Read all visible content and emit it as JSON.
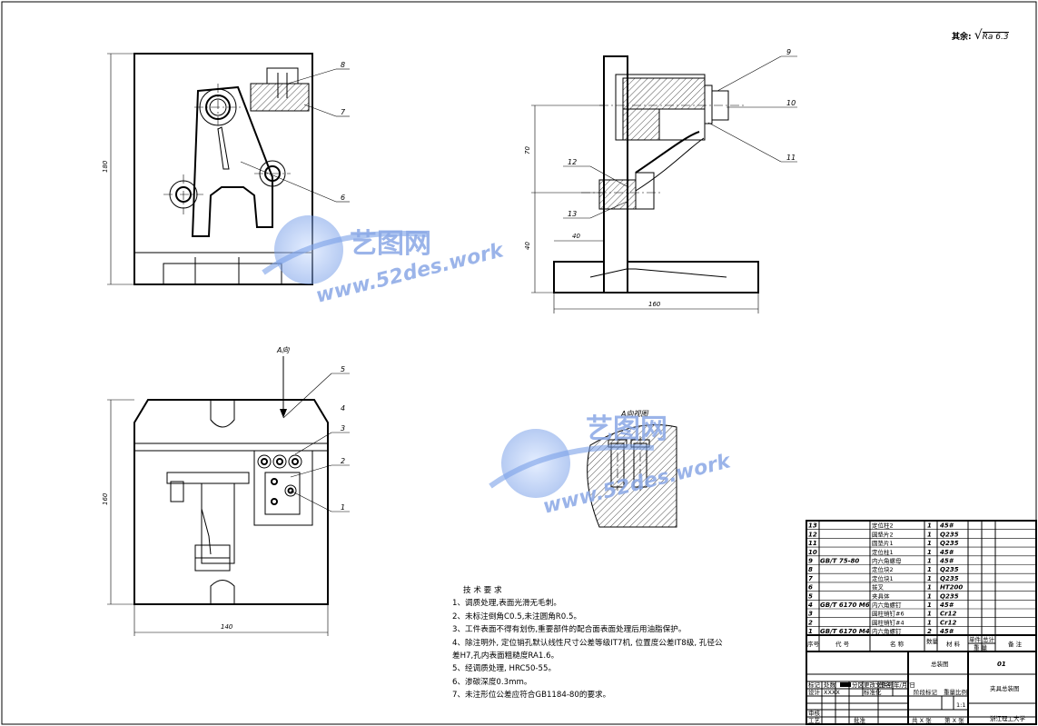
{
  "roughness": {
    "prefix": "其余:",
    "symbol": "√",
    "value": "Ra 6.3"
  },
  "views": {
    "view_a_label": "A向",
    "detail_label": "A向视图",
    "front_dims": {
      "height": "180"
    },
    "side_dims": {
      "h1": "70",
      "h2": "40",
      "w1": "40",
      "w2": "160"
    },
    "bottom_dims": {
      "height": "160",
      "width": "140"
    }
  },
  "balloons": [
    "1",
    "2",
    "3",
    "4",
    "5",
    "6",
    "7",
    "8",
    "9",
    "10",
    "11",
    "12",
    "13"
  ],
  "watermark": {
    "brand": "艺图网",
    "url": "www.52des.work"
  },
  "tech_requirements": {
    "title": "技 术 要 求",
    "items": [
      "1、调质处理,表面光滑无毛刺。",
      "2、未标注倒角C0.5,未注圆角R0.5。",
      "3、工件表面不得有划伤,重要部件的配合面表面处理后用油脂保护。",
      "4、除注明外, 定位销孔默认线性尺寸公差等级IT7机, 位置度公差IT8级, 孔径公",
      "差H7,孔内表面粗糙度RA1.6。",
      "5、经调质处理, HRC50-55。",
      "6、渗碳深度0.3mm。",
      "7、未注形位公差应符合GB1184-80的要求。"
    ]
  },
  "bom": {
    "rows": [
      {
        "no": "13",
        "code": "",
        "name": "定位柱2",
        "qty": "1",
        "material": "45#"
      },
      {
        "no": "12",
        "code": "",
        "name": "圆垫片2",
        "qty": "1",
        "material": "Q235"
      },
      {
        "no": "11",
        "code": "",
        "name": "圆垫片1",
        "qty": "1",
        "material": "Q235"
      },
      {
        "no": "10",
        "code": "",
        "name": "定位柱1",
        "qty": "1",
        "material": "45#"
      },
      {
        "no": "9",
        "code": "GB/T 75-80",
        "name": "内六角螺母",
        "qty": "1",
        "material": "45#"
      },
      {
        "no": "8",
        "code": "",
        "name": "定位块2",
        "qty": "1",
        "material": "Q235"
      },
      {
        "no": "7",
        "code": "",
        "name": "定位块1",
        "qty": "1",
        "material": "Q235"
      },
      {
        "no": "6",
        "code": "",
        "name": "拨叉",
        "qty": "1",
        "material": "HT200"
      },
      {
        "no": "5",
        "code": "",
        "name": "夹具体",
        "qty": "1",
        "material": "Q235"
      },
      {
        "no": "4",
        "code": "GB/T 6170 M6",
        "name": "内六角螺钉",
        "qty": "1",
        "material": "45#"
      },
      {
        "no": "3",
        "code": "",
        "name": "圆柱销钉#6",
        "qty": "1",
        "material": "Cr12"
      },
      {
        "no": "2",
        "code": "",
        "name": "圆柱销钉#4",
        "qty": "1",
        "material": "Cr12"
      },
      {
        "no": "1",
        "code": "GB/T 6170 M4",
        "name": "内六角螺钉",
        "qty": "2",
        "material": "45#"
      }
    ],
    "header": {
      "no": "序号",
      "code": "代  号",
      "name": "名  称",
      "qty": "数量",
      "material": "材  料",
      "unit_weight": "单件",
      "total_weight": "总计",
      "weight": "重  量",
      "remark": "备  注"
    }
  },
  "title_block": {
    "drawing_title": "总装图",
    "drawing_no": "01",
    "assembly_name": "夹具总装图",
    "school": "浙江理工大学",
    "scale": "1:1",
    "labels": {
      "mark": "标记",
      "count": "处数",
      "division": "分区",
      "change_doc": "更改文件号",
      "sign": "签名",
      "date": "年/月/日",
      "design": "设计",
      "std": "标准化",
      "stage_mark": "阶段标记",
      "weight": "重量",
      "scale": "比例",
      "review": "审核",
      "process": "工艺",
      "approve": "批准",
      "total": "共  X  张",
      "sheet": "第  X  张"
    },
    "designer": "XXXX"
  }
}
